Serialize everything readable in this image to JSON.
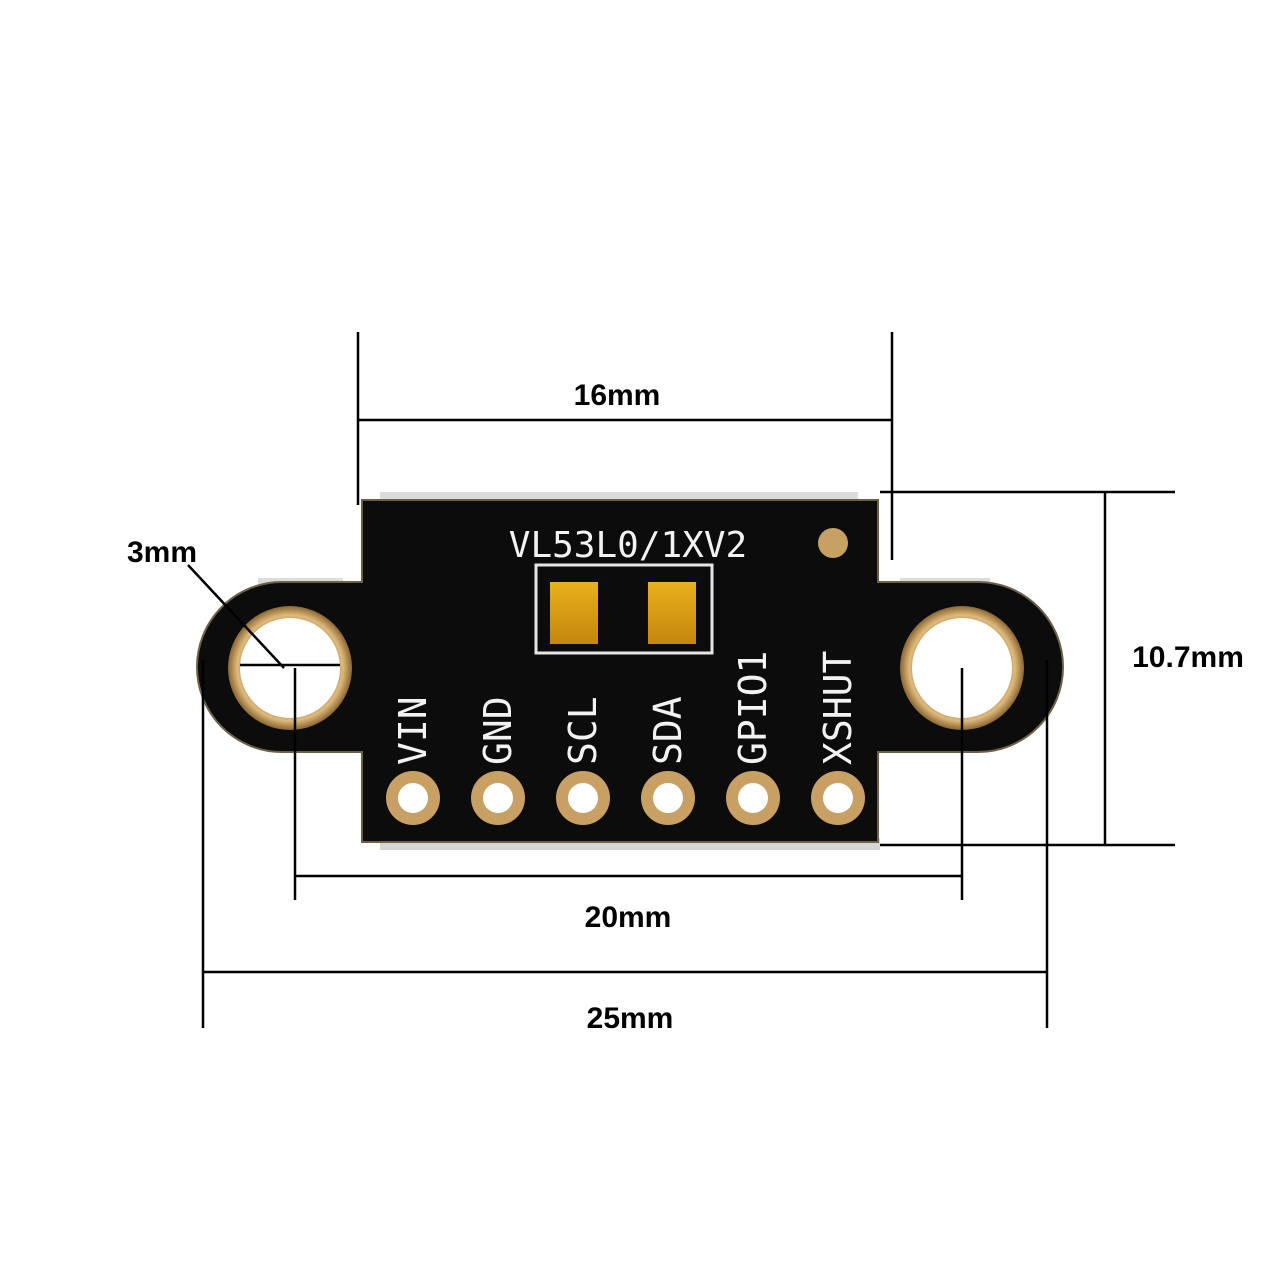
{
  "board": {
    "model": "VL53L0/1XV2",
    "pins": [
      "VIN",
      "GND",
      "SCL",
      "SDA",
      "GPIO1",
      "XSHUT"
    ]
  },
  "dimensions": {
    "top_width": "16mm",
    "height": "10.7mm",
    "hole_diameter": "3mm",
    "hole_spacing": "20mm",
    "total_width": "25mm"
  },
  "colors": {
    "pcb": "#0c0c0c",
    "pad_gold": "#c9a063",
    "sensor_window": "#d99a14",
    "silkscreen": "#f2f2f2"
  }
}
